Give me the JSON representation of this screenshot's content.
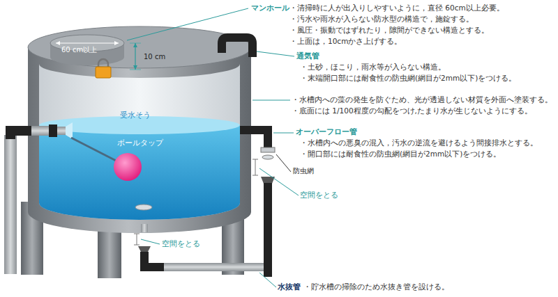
{
  "diagram": {
    "nodes": [
      {
        "text": [
          "受水そう",
          "ボールタップ"
        ]
      }
    ],
    "labels": [
      "マンホール",
      "・清掃時に人が出入りしやすいように，直径 60cm以上必要。",
      "・汚水や雨水が入らない防水型の構造で，施錠する。",
      "・風圧・振動ではずれたり，隙間ができない構造とする。",
      "・上面は，10cmかさ上げする。",
      "通気管",
      "・土砂，ほこり，雨水等が入らない構造。",
      "・末端開口部には耐食性の防虫網(網目が2mm以下)をつける。",
      "・水槽内への藻の発生を防ぐため、光が透過しない材質を外面へ塗装する。",
      "・底面には 1/100程度の勾配をつけ,たまり水が生じないようにする。",
      "オーバーフロー管",
      "・水槽内への悪臭の混入，汚水の逆流を避けるよう間接排水とする。",
      "・開口部には耐食性の防虫網(網目が2mm以下)をつける。",
      "防虫網",
      "空間をとる",
      "空間をとる",
      "水抜管",
      "・貯水槽の掃除のため水抜き管を設ける。",
      "60 cm以上",
      "10 cm"
    ]
  }
}
